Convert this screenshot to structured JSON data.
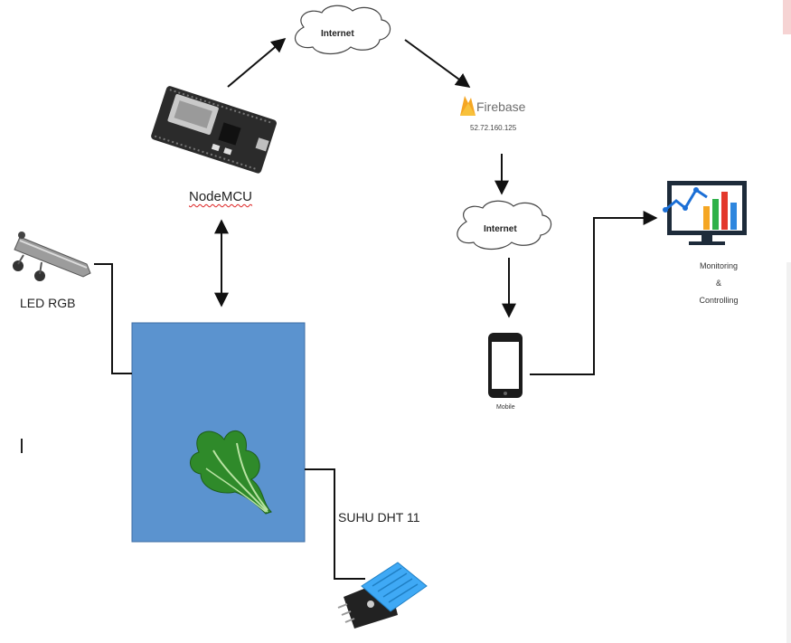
{
  "nodes": {
    "internet_top": "Internet",
    "internet_mid": "Internet",
    "firebase": "Firebase",
    "firebase_ip": "52.72.160.125",
    "nodemcu": "NodeMCU",
    "led": "LED RGB",
    "sensor": "SUHU DHT 11",
    "mobile": "Mobile",
    "monitoring": [
      "Monitoring",
      "&",
      "Controlling"
    ]
  },
  "colors": {
    "plant_box": "#5b93cf",
    "firebase_flame": "#f5a623",
    "sensor_body": "#3fa9f5",
    "board": "#2b2b2b"
  },
  "icons": [
    "cloud-icon",
    "firebase-icon",
    "nodemcu-board-icon",
    "led-strip-icon",
    "plant-icon",
    "dht11-sensor-icon",
    "mobile-phone-icon",
    "monitor-chart-icon"
  ]
}
